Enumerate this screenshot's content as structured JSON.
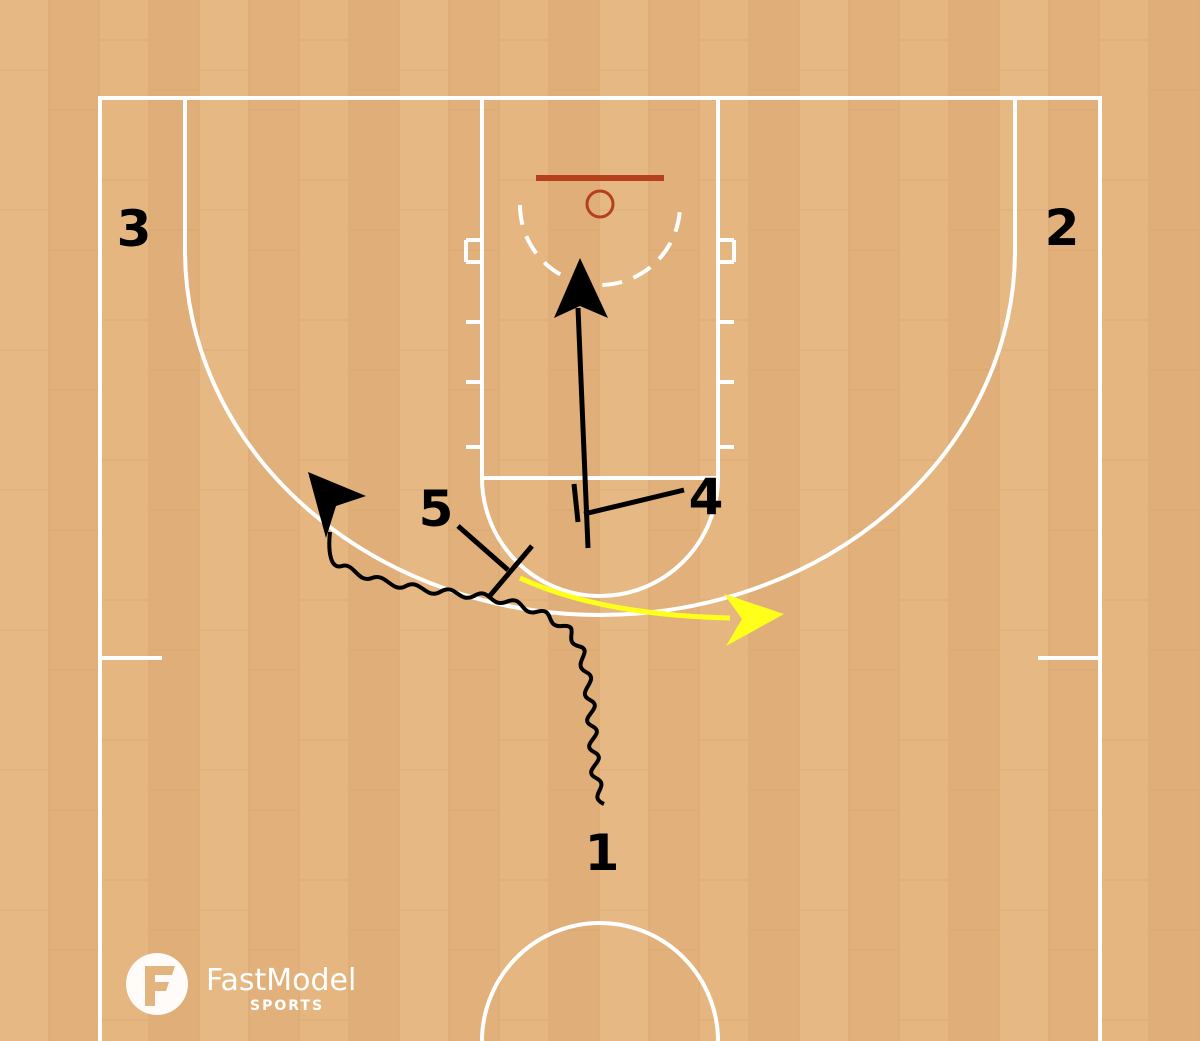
{
  "players": {
    "p1": "1",
    "p2": "2",
    "p3": "3",
    "p4": "4",
    "p5": "5"
  },
  "branding": {
    "name": "FastModel",
    "sub": "SPORTS"
  },
  "colors": {
    "court_floor": "#e3b27e",
    "court_lines": "#ffffff",
    "rim": "#b5401e",
    "movement": "#000000",
    "pass": "#ffff1a"
  },
  "actions": [
    {
      "from": "4",
      "type": "cut",
      "to": "basket"
    },
    {
      "from": "5",
      "type": "screen"
    },
    {
      "from": "4",
      "type": "screen"
    },
    {
      "from": "1",
      "type": "dribble",
      "to": "left wing"
    },
    {
      "from": "1",
      "type": "pass",
      "to": "right wing"
    }
  ]
}
